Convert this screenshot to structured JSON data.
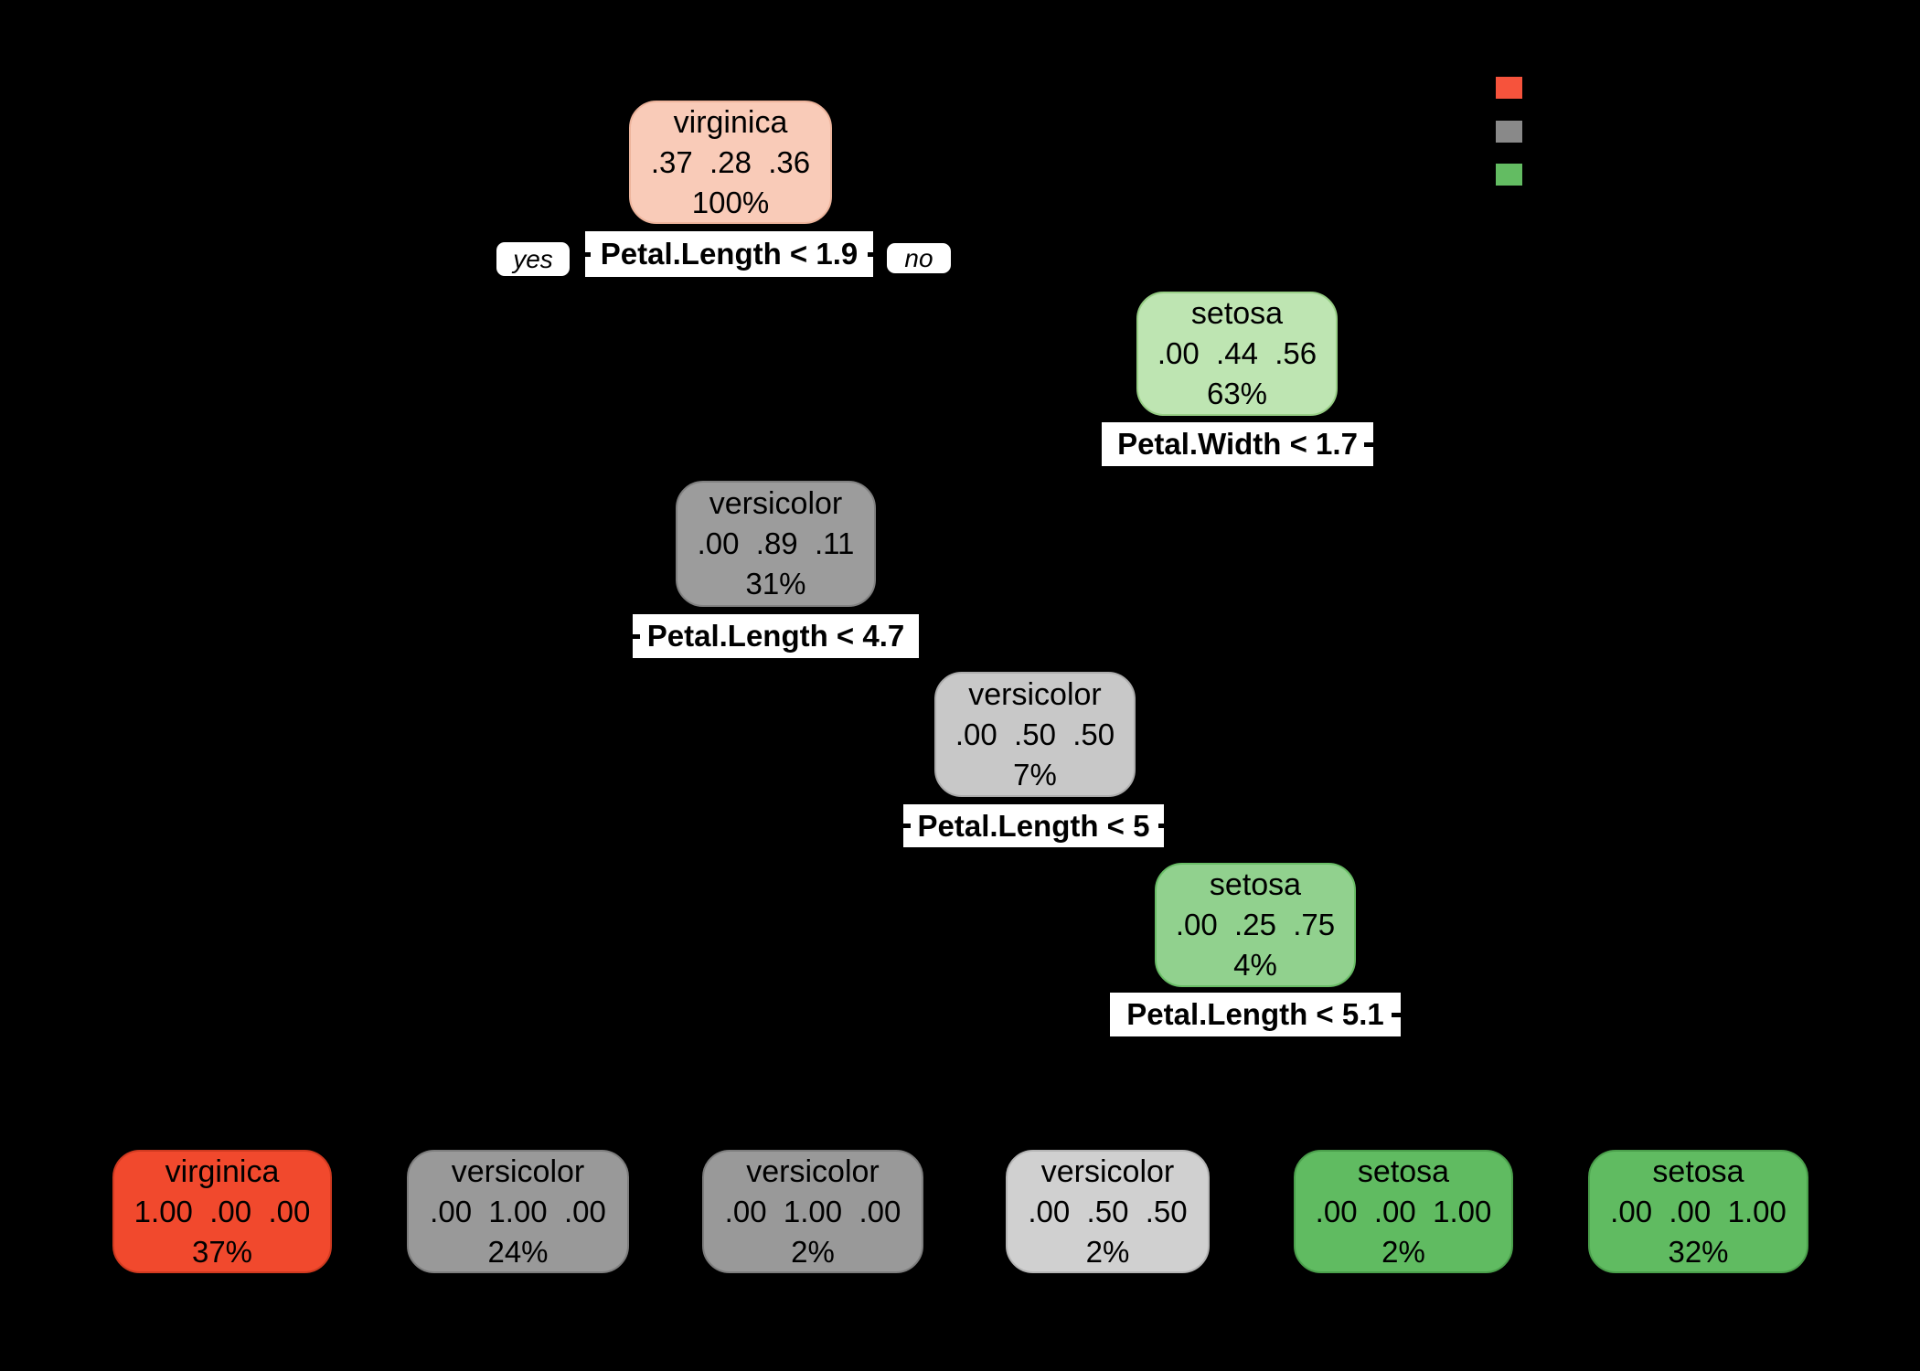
{
  "background_color": "#000000",
  "branch_labels": {
    "yes": "yes",
    "no": "no"
  },
  "legend": {
    "swatches": [
      {
        "name": "red-class-swatch",
        "color": "#F6533C"
      },
      {
        "name": "gray-class-swatch",
        "color": "#898989"
      },
      {
        "name": "green-class-swatch",
        "color": "#63BC62"
      }
    ]
  },
  "splits": {
    "s1": "Petal.Length < 1.9",
    "s2": "Petal.Width < 1.7",
    "s3": "Petal.Length < 4.7",
    "s4": "Petal.Length < 5",
    "s5": "Petal.Length < 5.1"
  },
  "nodes": {
    "root": {
      "label": "virginica",
      "probs": ".37  .28  .36",
      "percent": "100%",
      "fill": "#F9CBB8",
      "border": "#EDB49C"
    },
    "setosa63": {
      "label": "setosa",
      "probs": ".00  .44  .56",
      "percent": "63%",
      "fill": "#BEE5B2",
      "border": "#97CE85"
    },
    "versi31": {
      "label": "versicolor",
      "probs": ".00  .89  .11",
      "percent": "31%",
      "fill": "#9C9C9C",
      "border": "#808080"
    },
    "versi7": {
      "label": "versicolor",
      "probs": ".00  .50  .50",
      "percent": "7%",
      "fill": "#C8C8C8",
      "border": "#ACACAC"
    },
    "setosa4": {
      "label": "setosa",
      "probs": ".00  .25  .75",
      "percent": "4%",
      "fill": "#91D18E",
      "border": "#69BD66"
    },
    "leaf1": {
      "label": "virginica",
      "probs": "1.00  .00  .00",
      "percent": "37%",
      "fill": "#F1492D",
      "border": "#D03A20"
    },
    "leaf2": {
      "label": "versicolor",
      "probs": ".00  1.00  .00",
      "percent": "24%",
      "fill": "#999999",
      "border": "#7D7D7D"
    },
    "leaf3": {
      "label": "versicolor",
      "probs": ".00  1.00  .00",
      "percent": "2%",
      "fill": "#999999",
      "border": "#7D7D7D"
    },
    "leaf4": {
      "label": "versicolor",
      "probs": ".00  .50  .50",
      "percent": "2%",
      "fill": "#D0D0D0",
      "border": "#B5B5B5"
    },
    "leaf5": {
      "label": "setosa",
      "probs": ".00  .00  1.00",
      "percent": "2%",
      "fill": "#60BB61",
      "border": "#4A9F4B"
    },
    "leaf6": {
      "label": "setosa",
      "probs": ".00  .00  1.00",
      "percent": "32%",
      "fill": "#60BB61",
      "border": "#4A9F4B"
    }
  }
}
